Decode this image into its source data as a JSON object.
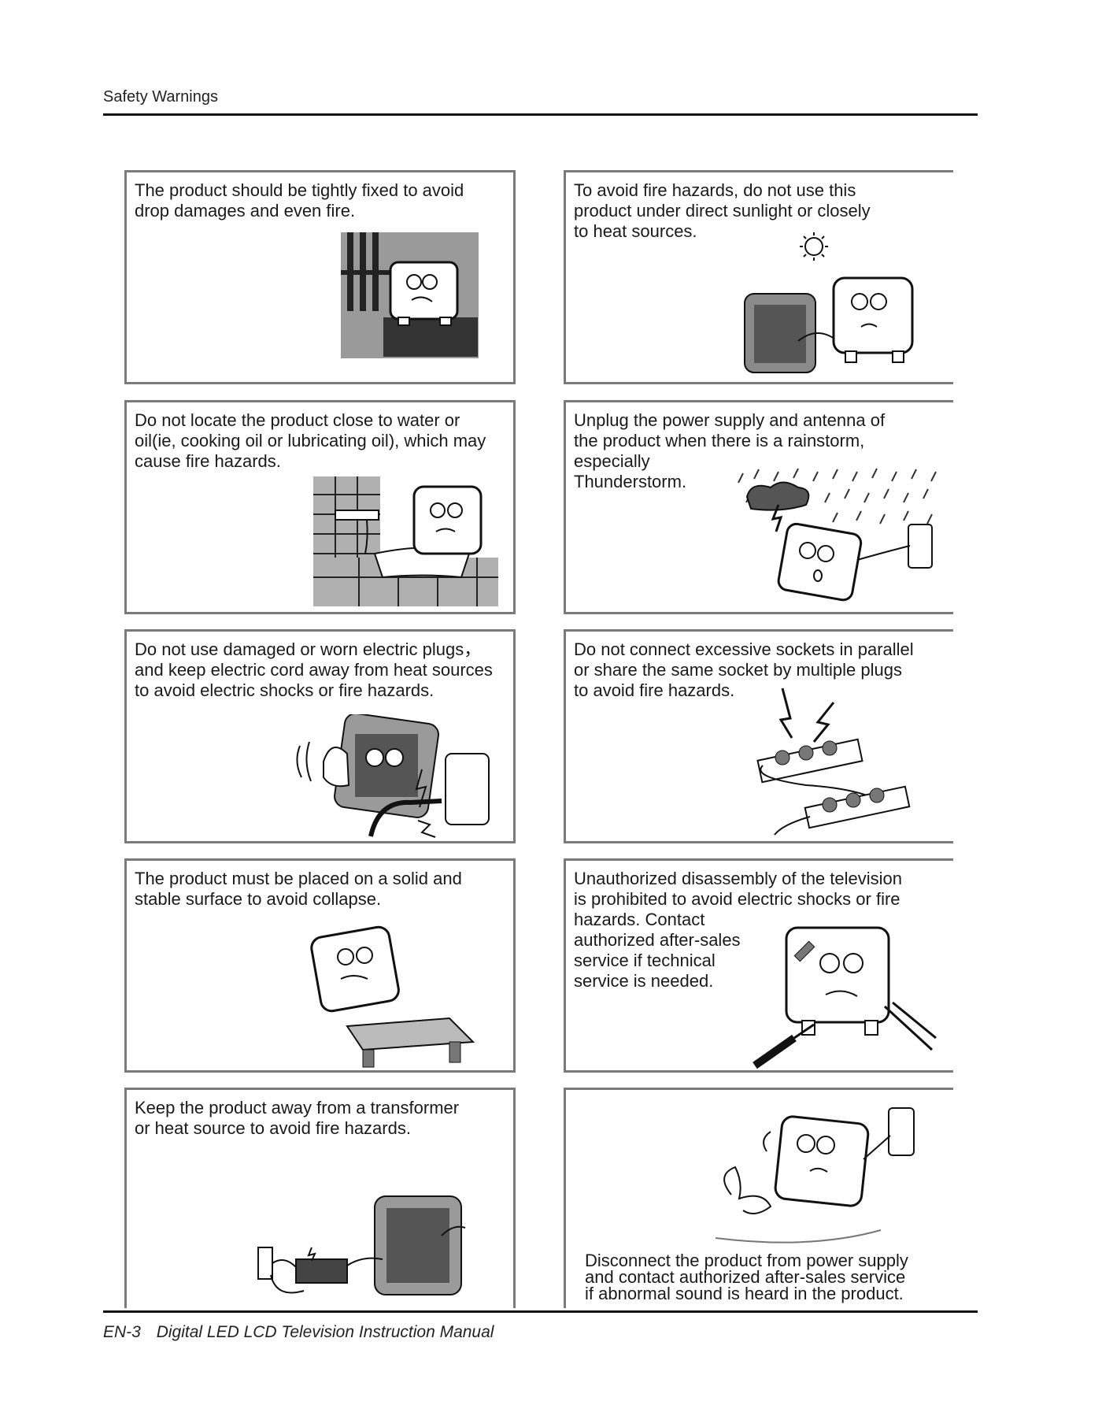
{
  "header": {
    "title": "Safety Warnings"
  },
  "panels": [
    {
      "text": "The product should be tightly fixed to  avoid\ndrop damages and even fire.",
      "illustration": "tv-on-window-ledge"
    },
    {
      "text": "To avoid fire hazards, do not use this\nproduct under direct sunlight or closely\nto heat sources.",
      "illustration": "tv-under-sun-near-heater"
    },
    {
      "text": "Do not locate the product close to water or\noil(ie, cooking oil or lubricating oil), which may\ncause fire hazards.",
      "illustration": "tv-near-tap-water"
    },
    {
      "text": "Unplug the power supply and antenna of\nthe product when there is a rainstorm,\nespecially\nThunderstorm.",
      "illustration": "tv-in-thunderstorm"
    },
    {
      "text": "Do not use damaged or worn electric plugs，\nand keep electric cord away from heat sources\nto avoid electric shocks or fire hazards.",
      "illustration": "tv-damaged-plug-sparks"
    },
    {
      "text": "Do not connect excessive sockets in parallel\nor share the same socket by multiple plugs\nto avoid fire hazards.",
      "illustration": "overloaded-power-strips"
    },
    {
      "text": "The product must be placed on a solid and\nstable surface to avoid collapse.",
      "illustration": "tv-falling-off-table"
    },
    {
      "text": "Unauthorized disassembly of the television\nis prohibited to avoid electric shocks or fire\n hazards. Contact\nauthorized after-sales\nservice if technical\nservice is needed.",
      "illustration": "tv-with-screwdriver-pliers"
    },
    {
      "text": "Keep the product away from a transformer\nor heat source to avoid fire hazards.",
      "illustration": "heater-and-transformer"
    },
    {
      "text": "Disconnect the product from power supply\nand contact authorized after-sales service\nif abnormal sound is heard in the product.",
      "illustration": "tv-abnormal-sound-smoke"
    }
  ],
  "footer": {
    "page": "EN-3",
    "title": "Digital LED LCD Television Instruction Manual"
  }
}
